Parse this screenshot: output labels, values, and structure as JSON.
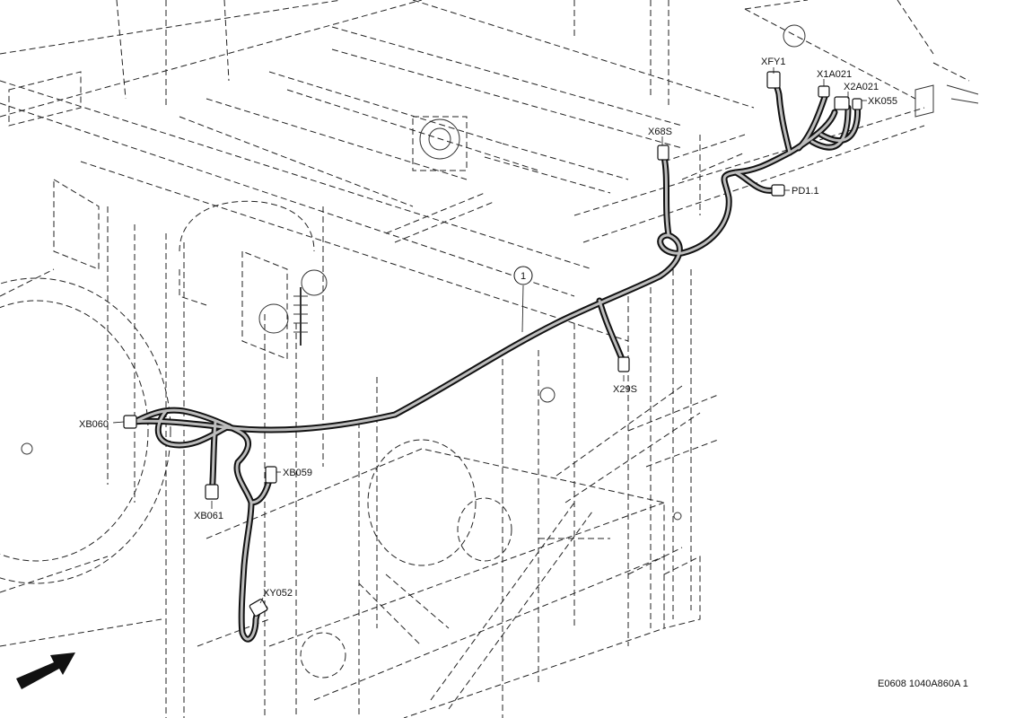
{
  "diagram": {
    "callout_number": "1",
    "figure_code": "E0608 1040A860A 1",
    "direction_icon": "front-direction-arrow",
    "connectors": {
      "xfy1": "XFY1",
      "x1a021": "X1A021",
      "x2a021": "X2A021",
      "xk055": "XK055",
      "pd1_1": "PD1.1",
      "x68s": "X68S",
      "x29s": "X29S",
      "xb060": "XB060",
      "xb059": "XB059",
      "xb061": "XB061",
      "xy052": "XY052"
    }
  }
}
